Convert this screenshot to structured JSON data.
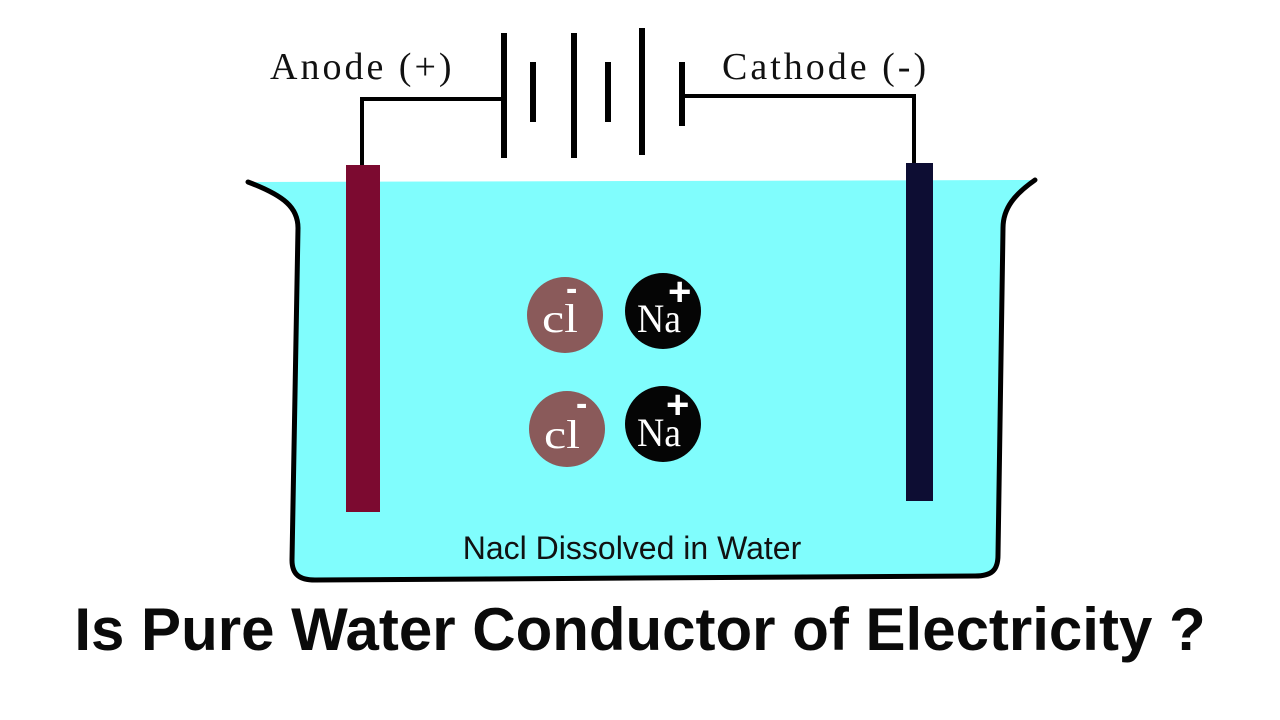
{
  "labels": {
    "anode": "Anode (+)",
    "cathode": "Cathode (-)",
    "solution": "Nacl Dissolved in Water"
  },
  "title": "Is Pure Water Conductor of Electricity ?",
  "ions": {
    "chloride": {
      "symbol": "cl",
      "charge": "-"
    },
    "sodium": {
      "symbol": "Na",
      "charge": "+"
    }
  },
  "colors": {
    "water": "#80fdfd",
    "anode_electrode": "#7c0a30",
    "cathode_electrode": "#0d0d33",
    "chloride_ion": "#8a5a5a",
    "sodium_ion": "#050505",
    "outline": "#000000"
  }
}
